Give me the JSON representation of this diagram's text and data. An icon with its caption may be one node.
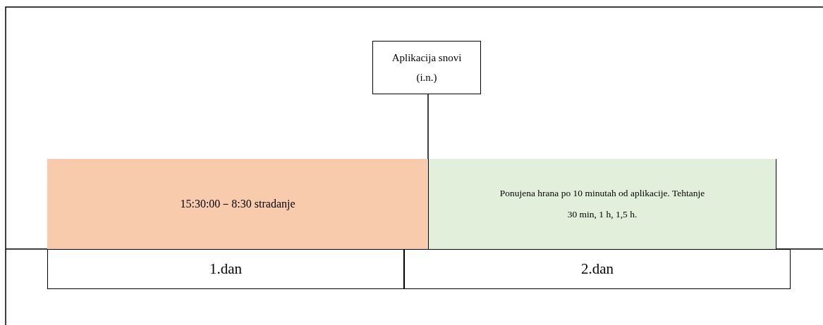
{
  "diagram": {
    "nodes": [
      {
        "text": [
          "Aplikacija snovi (i.n.)"
        ]
      },
      {
        "text": [
          "15:30:00－8:30 stradanje"
        ]
      },
      {
        "text": [
          "Ponujena hrana po 10 minutah od aplikacije. Tehtanje 30 min, 1 h, 1,5 h."
        ]
      },
      {
        "text": [
          "1.dan"
        ]
      },
      {
        "text": [
          "2.dan"
        ]
      }
    ],
    "edges": [
      {
        "from": 0,
        "to": 2,
        "arrow": "none"
      }
    ]
  }
}
